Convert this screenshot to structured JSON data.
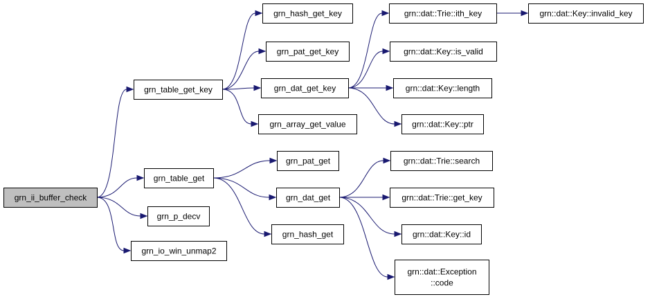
{
  "colors": {
    "edge": "#191970",
    "root_fill": "#bfbfbf",
    "node_fill": "#ffffff",
    "border": "#000000"
  },
  "nodes": {
    "grn_ii_buffer_check": [
      "grn_ii_buffer_check"
    ],
    "grn_table_get_key": [
      "grn_table_get_key"
    ],
    "grn_table_get": [
      "grn_table_get"
    ],
    "grn_p_decv": [
      "grn_p_decv"
    ],
    "grn_io_win_unmap2": [
      "grn_io_win_unmap2"
    ],
    "grn_hash_get_key": [
      "grn_hash_get_key"
    ],
    "grn_pat_get_key": [
      "grn_pat_get_key"
    ],
    "grn_dat_get_key": [
      "grn_dat_get_key"
    ],
    "grn_array_get_value": [
      "grn_array_get_value"
    ],
    "grn_pat_get": [
      "grn_pat_get"
    ],
    "grn_dat_get": [
      "grn_dat_get"
    ],
    "grn_hash_get": [
      "grn_hash_get"
    ],
    "trie_ith_key": [
      "grn::dat::Trie::ith_key"
    ],
    "key_invalid_key": [
      "grn::dat::Key::invalid_key"
    ],
    "key_is_valid": [
      "grn::dat::Key::is_valid"
    ],
    "key_length": [
      "grn::dat::Key::length"
    ],
    "key_ptr": [
      "grn::dat::Key::ptr"
    ],
    "trie_search": [
      "grn::dat::Trie::search"
    ],
    "trie_get_key": [
      "grn::dat::Trie::get_key"
    ],
    "key_id": [
      "grn::dat::Key::id"
    ],
    "exception_code": [
      "grn::dat::Exception",
      "::code"
    ]
  },
  "edges": [
    [
      "grn_ii_buffer_check",
      "grn_table_get_key"
    ],
    [
      "grn_ii_buffer_check",
      "grn_table_get"
    ],
    [
      "grn_ii_buffer_check",
      "grn_p_decv"
    ],
    [
      "grn_ii_buffer_check",
      "grn_io_win_unmap2"
    ],
    [
      "grn_table_get_key",
      "grn_hash_get_key"
    ],
    [
      "grn_table_get_key",
      "grn_pat_get_key"
    ],
    [
      "grn_table_get_key",
      "grn_dat_get_key"
    ],
    [
      "grn_table_get_key",
      "grn_array_get_value"
    ],
    [
      "grn_dat_get_key",
      "trie_ith_key"
    ],
    [
      "grn_dat_get_key",
      "key_is_valid"
    ],
    [
      "grn_dat_get_key",
      "key_length"
    ],
    [
      "grn_dat_get_key",
      "key_ptr"
    ],
    [
      "trie_ith_key",
      "key_invalid_key"
    ],
    [
      "grn_table_get",
      "grn_pat_get"
    ],
    [
      "grn_table_get",
      "grn_dat_get"
    ],
    [
      "grn_table_get",
      "grn_hash_get"
    ],
    [
      "grn_dat_get",
      "trie_search"
    ],
    [
      "grn_dat_get",
      "trie_get_key"
    ],
    [
      "grn_dat_get",
      "key_id"
    ],
    [
      "grn_dat_get",
      "exception_code"
    ]
  ]
}
